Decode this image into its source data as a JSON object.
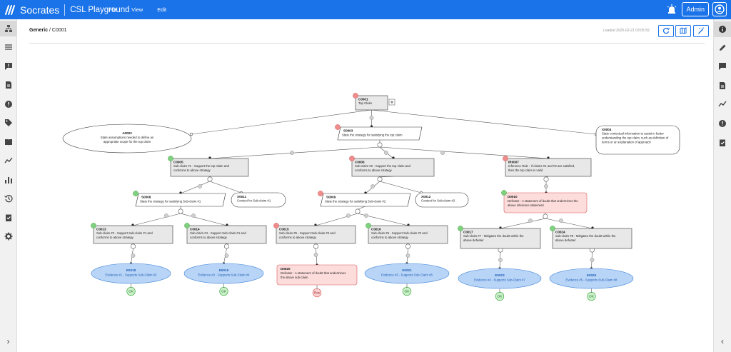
{
  "app": {
    "brand": "Socrates",
    "subtitle": "CSL Playground"
  },
  "menu": [
    "File",
    "View",
    "Edit"
  ],
  "header": {
    "admin_label": "Admin"
  },
  "breadcrumb": {
    "root": "Generic",
    "separator": " / ",
    "current": "C0001"
  },
  "loaded_text": "Loaded 2025-02-21 03:05:59",
  "left_sidebar_icons": [
    "hierarchy-icon",
    "list-icon",
    "comment-alert-icon",
    "document-icon",
    "alert-circle-icon",
    "tag-icon",
    "book-icon",
    "trend-icon",
    "bar-chart-icon",
    "history-icon",
    "clipboard-check-icon",
    "gear-icon"
  ],
  "right_sidebar_icons": [
    "info-icon",
    "pencil-icon",
    "comment-icon",
    "document-icon",
    "trend-icon",
    "alert-circle-icon",
    "clipboard-check-icon"
  ],
  "left_collapse": "›",
  "right_collapse": "‹",
  "nodes": [
    {
      "id": "C0001",
      "text": "Top Claim",
      "kind": "claim",
      "badge": "red"
    },
    {
      "id": "A0002",
      "text": "State assumptions needed to define an appropriate scope for the top claim",
      "kind": "assumption"
    },
    {
      "id": "S0003",
      "text": "State the strategy for satisfying the top claim",
      "kind": "strategy",
      "badge": "red"
    },
    {
      "id": "X0004",
      "text": "State contextual information to assist in better understanding the top claim, such as definition of terms or an explanation of approach",
      "kind": "context"
    },
    {
      "id": "C0005",
      "text": "Sub-claim #1 - Support the top claim and conforms to above strategy",
      "kind": "claim",
      "badge": "green"
    },
    {
      "id": "C0006",
      "text": "Sub-claim #2 - Support the top claim and conforms to above strategy",
      "kind": "claim",
      "badge": "red"
    },
    {
      "id": "IR0007",
      "text": "Inference Rule - If claims #1 and #2 are satisfied, then the top claim is valid",
      "kind": "claim",
      "badge": "red"
    },
    {
      "id": "S0008",
      "text": "State the strategy for satisfying Sub-claim #1",
      "kind": "strategy",
      "badge": "green"
    },
    {
      "id": "S0009",
      "text": "State the strategy for satisfying Sub-claim #2",
      "kind": "strategy",
      "badge": "red"
    },
    {
      "id": "D0010",
      "text": "Defeater - A statement of doubt that undermines the above inference statement",
      "kind": "defeater",
      "badge": "green"
    },
    {
      "id": "X0011",
      "text": "Context for Sub-claim #1",
      "kind": "context"
    },
    {
      "id": "X0012",
      "text": "Context for Sub-claim #2",
      "kind": "context"
    },
    {
      "id": "C0013",
      "text": "Sub-claim #3 - Support Sub-claim #1 and conforms to above strategy",
      "kind": "claim",
      "badge": "green"
    },
    {
      "id": "C0014",
      "text": "Sub-claim #4 - Support Sub-claim #1 and conforms to above strategy",
      "kind": "claim",
      "badge": "green"
    },
    {
      "id": "C0015",
      "text": "Sub-claim #5 - Support Sub-claim #2 and conforms to above strategy",
      "kind": "claim",
      "badge": "red"
    },
    {
      "id": "C0016",
      "text": "Sub-claim #6 - Support Sub-claim #2 and conforms to above strategy",
      "kind": "claim",
      "badge": "green"
    },
    {
      "id": "C0017",
      "text": "Sub-claim #7 - Mitigates the doubt within the above defeater",
      "kind": "claim",
      "badge": "green"
    },
    {
      "id": "E0018",
      "text": "Evidence #1 - Supports Sub-Claim #3",
      "kind": "evidence",
      "status": "OK"
    },
    {
      "id": "E0019",
      "text": "Evidence #2 - Supports Sub-Claim #4",
      "kind": "evidence",
      "status": "OK"
    },
    {
      "id": "D0020",
      "text": "Defeater - A statement of doubt that undermines the above sub-claim",
      "kind": "defeater",
      "status": "Res"
    },
    {
      "id": "E0021",
      "text": "Evidence #3 - Supports Sub-Claim #6",
      "kind": "evidence",
      "status": "OK"
    },
    {
      "id": "E0023",
      "text": "Evidence #4 - Supports Sub-Claim #7",
      "kind": "evidence",
      "status": "OK"
    },
    {
      "id": "C0024",
      "text": "Sub-claim #8 - Mitigates the doubt within the above defeater",
      "kind": "claim",
      "badge": "green"
    },
    {
      "id": "E0025",
      "text": "Evidence #5 - Supports Sub-Claim #8",
      "kind": "evidence",
      "status": "OK"
    }
  ],
  "colors": {
    "accent": "#1a73e8",
    "claim_fill": "#e8e8e8",
    "evidence_fill": "#b8d4f7",
    "evidence_stroke": "#3b82d6",
    "evidence_text": "#1f5fb5",
    "defeater_fill": "#fddcdc",
    "defeater_stroke": "#d95c5c",
    "badge_green": "#7fd07f",
    "badge_red": "#f08c8c",
    "ok_fill": "#c9f0c9",
    "res_fill": "#fbd0d0"
  }
}
